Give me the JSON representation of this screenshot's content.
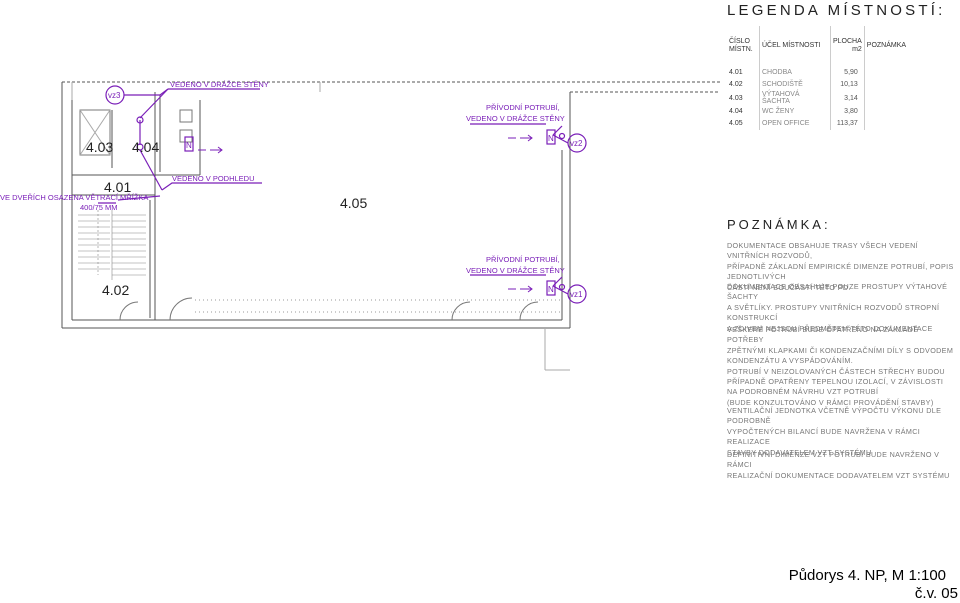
{
  "legend": {
    "title": "LEGENDA MÍSTNOSTÍ:",
    "headers": {
      "number": [
        "ČÍSLO",
        "MÍSTN."
      ],
      "purpose": "ÚČEL MÍSTNOSTI",
      "area": [
        "PLOCHA",
        "m2"
      ],
      "note": "POZNÁMKA"
    },
    "rows": [
      {
        "number": "4.01",
        "name": "CHODBA",
        "area": "5,90"
      },
      {
        "number": "4.02",
        "name": "SCHODIŠTĚ",
        "area": "10,13"
      },
      {
        "number": "4.03",
        "name": "VÝTAHOVÁ ŠACHTA",
        "area": "3,14"
      },
      {
        "number": "4.04",
        "name": "WC ŽENY",
        "area": "3,80"
      },
      {
        "number": "4.05",
        "name": "OPEN OFFICE",
        "area": "113,37"
      }
    ]
  },
  "notes": {
    "title": "POZNÁMKA:",
    "paragraphs": [
      [
        "DOKUMENTACE OBSAHUJE TRASY VŠECH VEDENÍ VNITŘNÍCH ROZVODŮ,",
        "PŘÍPADNĚ ZÁKLADNÍ EMPIRICKÉ DIMENZE POTRUBÍ, POPIS JEDNOTLIVÝCH",
        "ČÁSTÍ NENÍ SOUČÁSTÍ TÉTO PD."
      ],
      [
        "DOKUMENTACE OBSAHUJE POUZE PROSTUPY VÝTAHOVÉ ŠACHTY",
        "A SVĚTLÍKY. PROSTUPY VNITŘNÍCH ROZVODŮ STROPNÍ KONSTRUKCÍ",
        "A ZDIVEM NEJSOU PŘEDMĚTEM TÉTO DOKUMENTACE"
      ],
      [
        "VEŠKERÉ POTRUBÍ BUDE OPATŘENO NA ZÁKLADĚ POTŘEBY",
        "ZPĚTNÝMI KLAPKAMI ČI KONDENZAČNÍMI DÍLY S ODVODEM",
        "KONDENZÁTU A VYSPÁDOVÁNÍM.",
        "POTRUBÍ V NEIZOLOVANÝCH ČÁSTECH STŘECHY BUDOU",
        "PŘÍPADNĚ OPATŘENY TEPELNOU IZOLACÍ, V ZÁVISLOSTI",
        "NA PODROBNÉM NÁVRHU VZT POTRUBÍ",
        "(BUDE KONZULTOVÁNO V RÁMCI PROVÁDĚNÍ STAVBY)"
      ],
      [
        "VENTILAČNÍ JEDNOTKA VČETNĚ VÝPOČTU VÝKONU DLE PODROBNĚ",
        "VYPOČTENÝCH BILANCÍ BUDE NAVRŽENA V RÁMCI REALIZACE",
        "STAVBY DODAVATELEM VZT SYSTÉMU"
      ],
      [
        "DEFINITIVNÍ DIMENZE VZT POTRUBÍ BUDE NAVRŽENO V RÁMCI",
        "REALIZAČNÍ DOKUMENTACE DODAVATELEM VZT SYSTÉMU"
      ]
    ]
  },
  "stamp": {
    "title": "Půdorys 4. NP, M 1:100",
    "drawing_no": "č.v. 05"
  },
  "plan": {
    "rooms": [
      "4.03",
      "4.04",
      "4.01",
      "4.05",
      "4.02"
    ],
    "tags": [
      "vz3",
      "vz2",
      "vz1"
    ],
    "annotations": [
      "VEDENO V DRÁŽCE STĚNY",
      "VEDENO V PODHLEDU",
      "VE DVEŘÍCH OSAZENA VĚTRACÍ MŘÍŽKA",
      "400/75 MM",
      "PŘÍVODNÍ POTRUBÍ,",
      "VEDENO V DRÁŽCE STĚNY",
      "PŘÍVODNÍ POTRUBÍ,",
      "VEDENO V DRÁŽCE STĚNY"
    ],
    "terminal_marks": [
      "N",
      "N",
      "N"
    ]
  },
  "colors": {
    "annotation": "#7a1fb8",
    "walls": "#555555",
    "text": "#222222"
  }
}
